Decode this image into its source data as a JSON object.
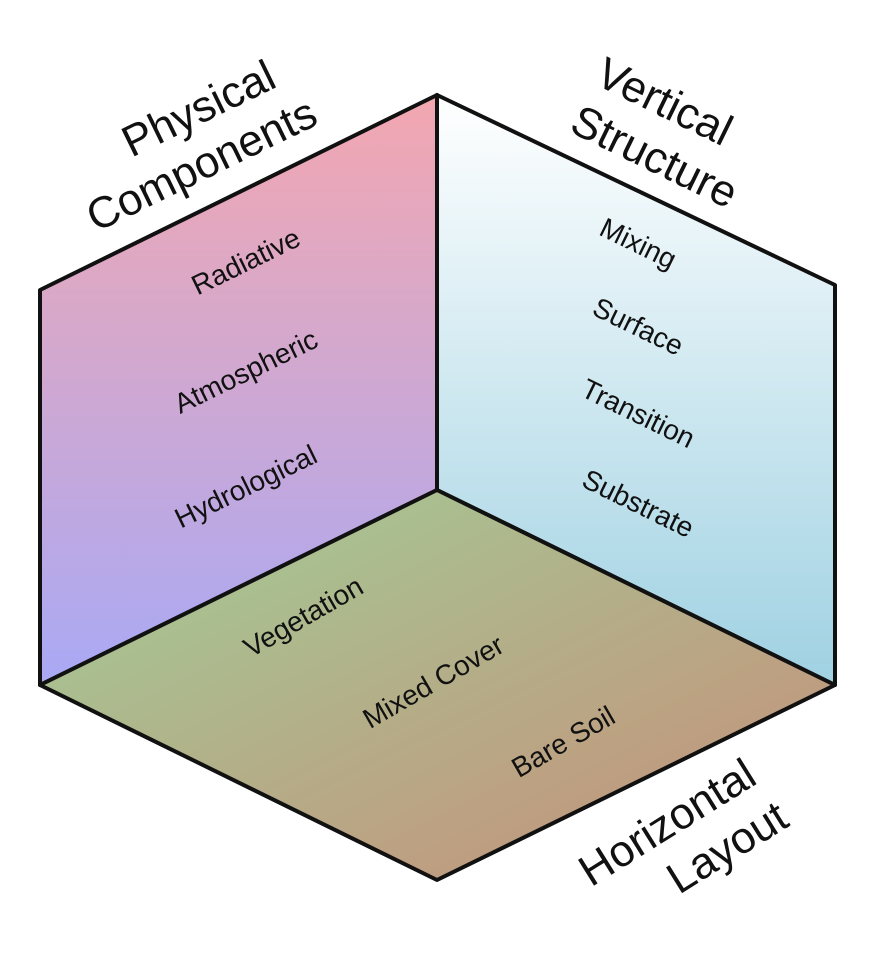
{
  "faces": {
    "physical": {
      "title_lines": [
        "Physical",
        "Components"
      ],
      "items": [
        "Radiative",
        "Atmospheric",
        "Hydrological"
      ],
      "gradient_top": "#f3a7b0",
      "gradient_bottom": "#a9a9f5"
    },
    "vertical": {
      "title_lines": [
        "Vertical",
        "Structure"
      ],
      "items": [
        "Mixing",
        "Surface",
        "Transition",
        "Substrate"
      ],
      "gradient_top": "#ffffff",
      "gradient_bottom": "#9fd1e2"
    },
    "horizontal": {
      "title_lines": [
        "Horizontal",
        "Layout"
      ],
      "items": [
        "Vegetation",
        "Mixed Cover",
        "Bare Soil"
      ],
      "gradient_start": "#9fcf98",
      "gradient_end": "#c98d78"
    }
  },
  "colors": {
    "edge": "#111111",
    "text": "#111111"
  }
}
